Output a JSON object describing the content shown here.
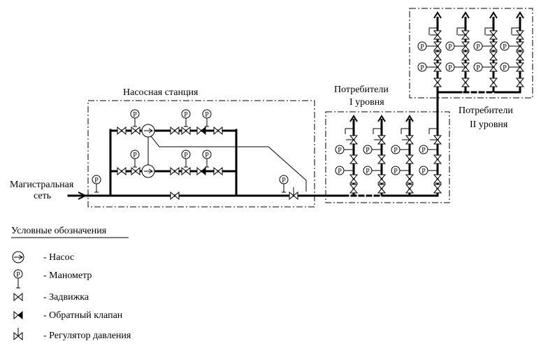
{
  "labels": {
    "pump_station": "Насосная станция",
    "main_network_1": "Магистральная",
    "main_network_2": "сеть",
    "consumers_l1_1": "Потребители",
    "consumers_l1_2": "I уровня",
    "consumers_l2_1": "Потребители",
    "consumers_l2_2": "II уровня"
  },
  "legend": {
    "title": "Условные обозначения",
    "items": [
      {
        "symbol": "pump",
        "label": "- Насос"
      },
      {
        "symbol": "manometer",
        "label": "- Манометр"
      },
      {
        "symbol": "gate-valve",
        "label": "- Задвижка"
      },
      {
        "symbol": "check-valve",
        "label": "- Обратный клапан"
      },
      {
        "symbol": "pressure-regulator",
        "label": "- Регулятор давления"
      }
    ]
  },
  "manometer_letter": "P"
}
